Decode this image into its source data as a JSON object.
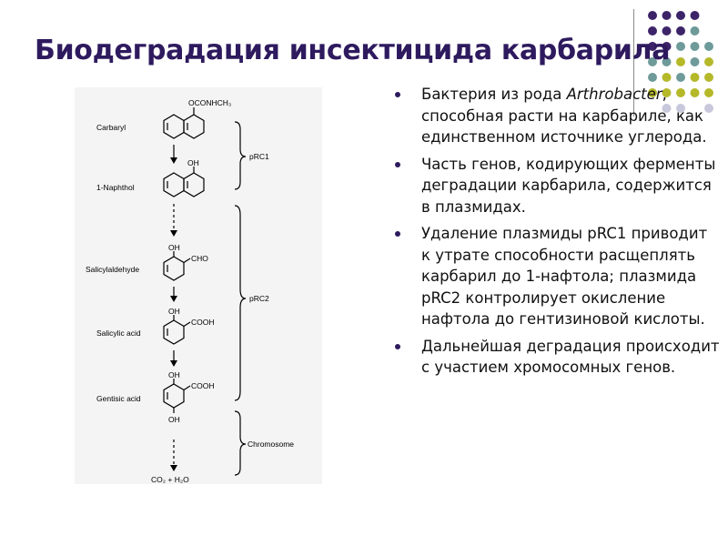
{
  "title": "Биодеградация инсектицида карбарила",
  "colors": {
    "title": "#2e1a5e",
    "dot_purple": "#3d2469",
    "dot_teal": "#6f9a9a",
    "dot_olive": "#b5b829",
    "dot_light": "#c8c8dc"
  },
  "figure": {
    "labels": {
      "carbaryl": "Carbaryl",
      "naphthol": "1-Naphthol",
      "salicylaldehyde": "Salicylaldehyde",
      "salicylic": "Salicylic acid",
      "gentisic": "Gentisic acid",
      "product": "CO₂ + H₂O"
    },
    "groups": {
      "oconhch3": "OCONHCH₃",
      "oh1": "OH",
      "oh2": "OH",
      "cho": "CHO",
      "oh3": "OH",
      "cooh1": "COOH",
      "oh4": "OH",
      "cooh2": "COOH",
      "oh5": "OH"
    },
    "brackets": {
      "prc1": "pRC1",
      "prc2": "pRC2",
      "chromosome": "Chromosome"
    }
  },
  "bullets": [
    {
      "pre": "Бактерия из рода ",
      "italic": "Arthrobacter",
      "post": ", способная расти на карбариле, как единственном источнике углерода."
    },
    {
      "pre": "Часть генов, кодирующих ферменты деградации карбарила, содержится в плазмидах.",
      "italic": "",
      "post": ""
    },
    {
      "pre": "Удаление плазмиды pRC1 приводит к утрате способности расщеплять карбарил до 1-нафтола; плазмида pRC2 контролирует окисление нафтола до гентизиновой кислоты.",
      "italic": "",
      "post": ""
    },
    {
      "pre": "Дальнейшая деградация происходит с участием хромосомных генов.",
      "italic": "",
      "post": ""
    }
  ]
}
